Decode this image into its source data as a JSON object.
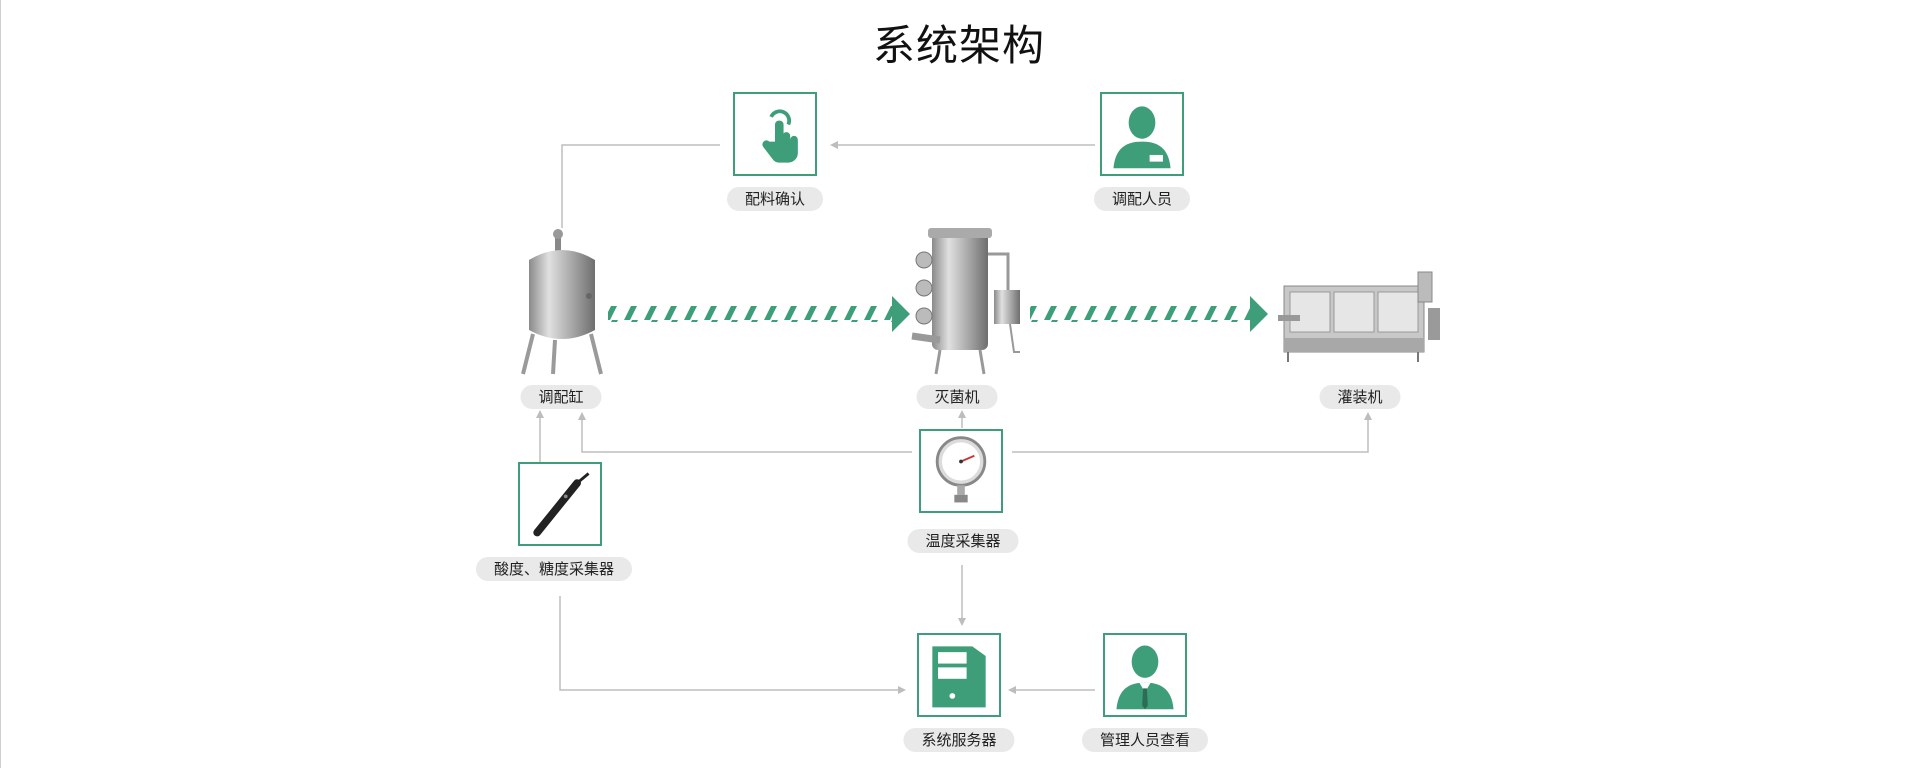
{
  "title": "系统架构",
  "nodes": {
    "batching_confirm": "配料确认",
    "blending_staff": "调配人员",
    "blending_tank": "调配缸",
    "sterilizer": "灭菌机",
    "filling_machine": "灌装机",
    "temperature_collector": "温度采集器",
    "acidity_sugar_collector": "酸度、糖度采集器",
    "system_server": "系统服务器",
    "manager_view": "管理人员查看"
  },
  "colors": {
    "accent": "#3e9e7a",
    "connector": "#bdbdbd",
    "label_bg": "#e9e9e9"
  },
  "icons": {
    "batching_confirm": "hand-pointer-icon",
    "blending_staff": "staff-person-icon",
    "temperature_collector": "pressure-gauge-icon",
    "acidity_sugar_collector": "probe-sensor-icon",
    "system_server": "computer-tower-icon",
    "manager_view": "manager-person-icon"
  }
}
